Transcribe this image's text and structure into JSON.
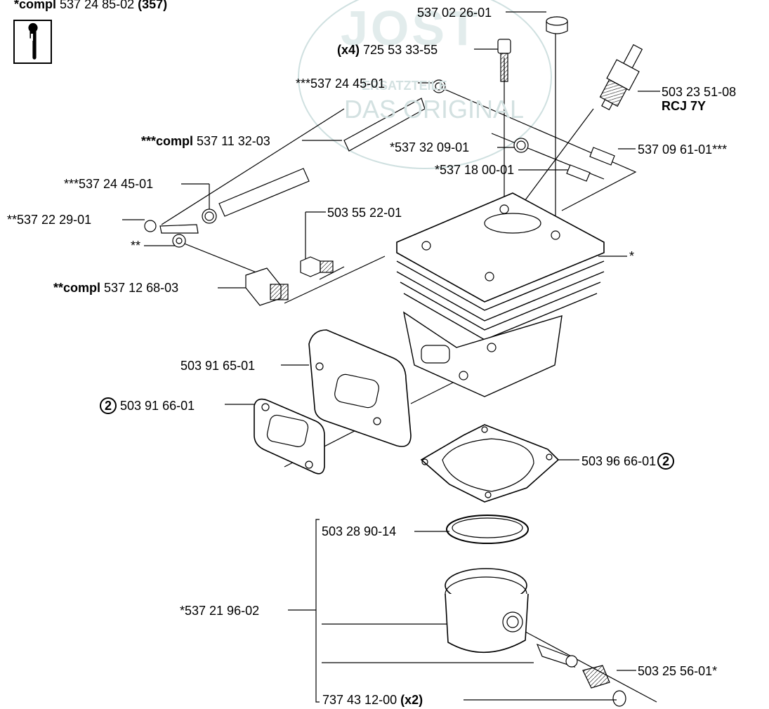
{
  "watermark": {
    "brand": "JOST",
    "line1": "ERSATZTEILE",
    "line2": "DAS ORIGINAL"
  },
  "kit": {
    "prefix": "*compl",
    "number": "537 24 85-02",
    "ref": "(357)"
  },
  "labels": {
    "cap": "537 02 26-01",
    "screw_qty": "(x4)",
    "screw": "725 53 33-55",
    "clamp_top": "***537 24 45-01",
    "plug": "503 23 51-08",
    "plug_type": "RCJ 7Y",
    "hose_compl_prefix": "***compl",
    "hose_compl": "537 11 32-03",
    "clip_left": "*537 32 09-01",
    "sleeve_right": "537 09 61-01***",
    "sleeve_left": "*537 18 00-01",
    "clamp_mid": "***537 24 45-01",
    "valve": "**537 22 29-01",
    "nipple": "503 55 22-01",
    "double_star": "**",
    "star": "*",
    "decomp_prefix": "**compl",
    "decomp": "537 12 68-03",
    "shield": "503 91 65-01",
    "gasket_muffler_qty": "2",
    "gasket_muffler": "503 91 66-01",
    "base_gasket": "503 96 66-01",
    "base_gasket_qty": "2",
    "ring": "503 28 90-14",
    "piston": "*537 21 96-02",
    "bearing": "503 25 56-01*",
    "circlip": "737 43 12-00",
    "circlip_qty": "(x2)"
  }
}
